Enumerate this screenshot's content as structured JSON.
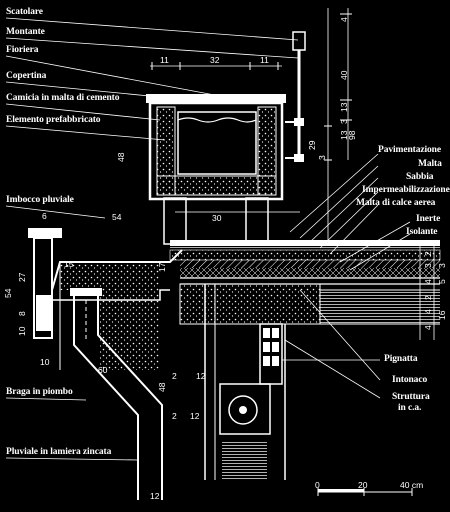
{
  "labels": {
    "scatolare": "Scatolare",
    "montante": "Montante",
    "fioriera": "Fioriera",
    "copertina": "Copertina",
    "camicia": "Camicia in malta di cemento",
    "elemento": "Elemento prefabbricato",
    "imbocco": "Imbocco pluviale",
    "braga": "Braga in piombo",
    "pluviale": "Pluviale in lamiera zincata",
    "pavimentazione": "Pavimentazione",
    "malta": "Malta",
    "sabbia": "Sabbia",
    "impermeabilizzazione": "Impermeabilizzazione",
    "malta_calce": "Malta di calce aerea",
    "inerte": "Inerte",
    "isolante": "Isolante",
    "pignatta": "Pignatta",
    "intonaco": "Intonaco",
    "struttura_1": "Struttura",
    "struttura_2": "in c.a."
  },
  "dimensions": {
    "top_11a": "11",
    "top_32": "32",
    "top_11b": "11",
    "right_4": "4",
    "right_40": "40",
    "right_13": "13",
    "right_3a": "3",
    "right_13b": "13",
    "right_98": "98",
    "right_29": "29",
    "right_3b": "3",
    "left_48": "48",
    "imbocco_6": "6",
    "imbocco_54": "54",
    "dim_30": "30",
    "dim_4": "4",
    "dim_15": "15",
    "dim_17": "17",
    "dim_27": "27",
    "dim_54": "54",
    "dim_8": "8",
    "dim_10a": "10",
    "dim_10b": "10",
    "dim_60": "60",
    "dim_48b": "48",
    "dim_2a": "2",
    "dim_12a": "12",
    "dim_2b": "2",
    "dim_12b": "12",
    "dim_12c": "12",
    "layer_2": "2",
    "layer_3": "3",
    "layer_3b": "3",
    "layer_4": "4",
    "layer_5": "5",
    "layer_2b": "2",
    "layer_16": "16",
    "layer_4b": "4",
    "layer_4c": "4"
  },
  "scale": {
    "zero": "0",
    "twenty": "20",
    "forty": "40 cm"
  }
}
